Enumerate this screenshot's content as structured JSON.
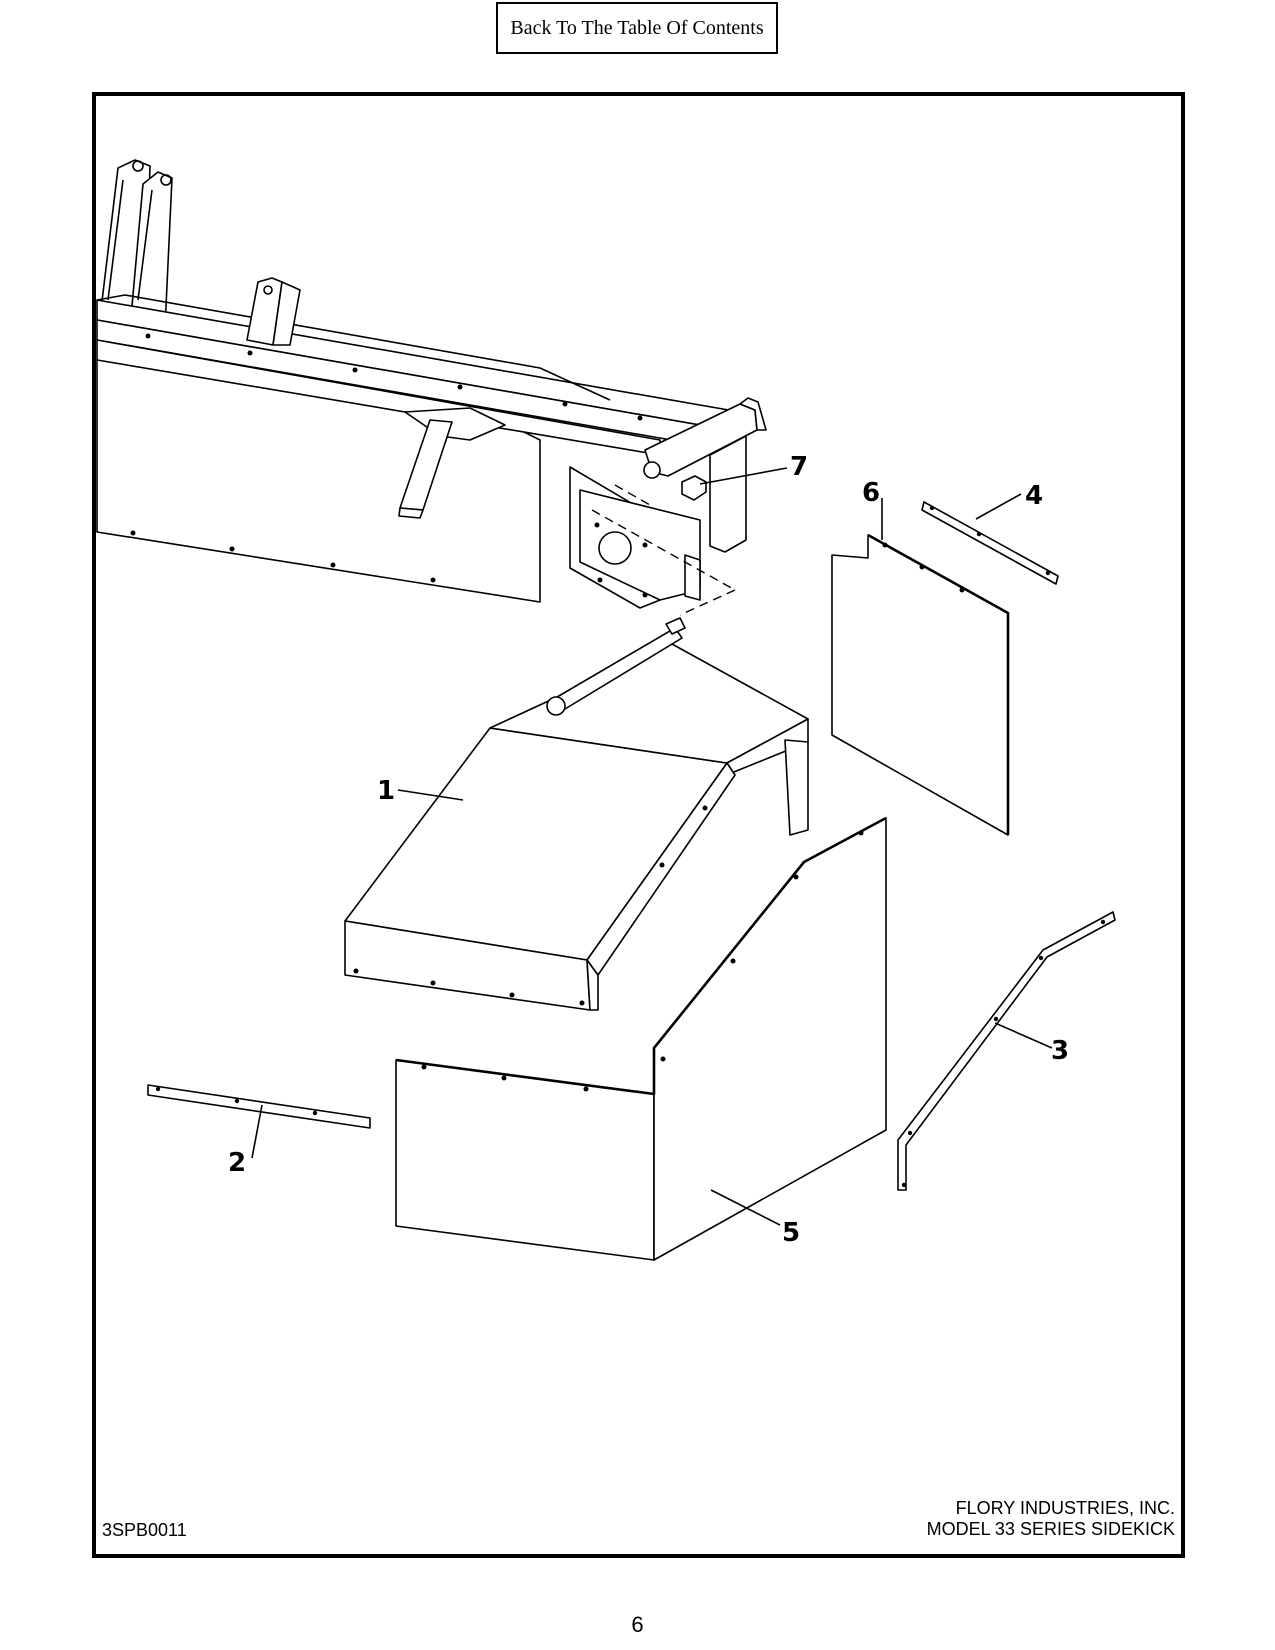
{
  "toc_link": {
    "label": "Back To The Table Of Contents"
  },
  "callouts": [
    {
      "id": "1",
      "label": "1"
    },
    {
      "id": "2",
      "label": "2"
    },
    {
      "id": "3",
      "label": "3"
    },
    {
      "id": "4",
      "label": "4"
    },
    {
      "id": "5",
      "label": "5"
    },
    {
      "id": "6",
      "label": "6"
    },
    {
      "id": "7",
      "label": "7"
    }
  ],
  "title_block": {
    "drawing_number": "3SPB0011",
    "company": "FLORY INDUSTRIES, INC.",
    "model": "MODEL 33 SERIES SIDEKICK"
  },
  "page_number": "6"
}
